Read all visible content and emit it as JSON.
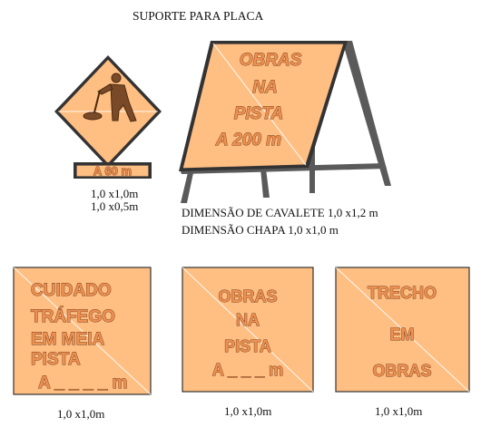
{
  "title": "SUPORTE PARA PLACA",
  "warning_sign": {
    "icon": "road-work-man-digging-icon",
    "plate_text": "A  60  m",
    "size_lines": [
      "1,0 x1,0m",
      "1,0 x0,5m"
    ]
  },
  "easel_sign": {
    "lines": [
      "OBRAS",
      "NA",
      "PISTA",
      "A 200 m"
    ],
    "dimensions": [
      "DIMENSÃO DE CAVALETE 1,0 x1,2 m",
      "DIMENSÃO CHAPA 1,0 x1,0 m"
    ]
  },
  "plates": [
    {
      "lines": [
        "CUIDADO",
        "TRÁFEGO",
        "EM MEIA",
        "PISTA",
        "A _ _ _ _ m"
      ],
      "size": "1,0 x1,0m"
    },
    {
      "lines": [
        "OBRAS",
        "NA",
        "PISTA",
        "A _ _ _ m"
      ],
      "size": "1,0 x1,0m"
    },
    {
      "lines": [
        "TRECHO",
        "EM",
        "OBRAS"
      ],
      "size": "1,0 x1,0m"
    }
  ],
  "colors": {
    "sign_fill": "#ffbe82",
    "text_fill": "#f09050",
    "post": "#5a5a5a"
  }
}
